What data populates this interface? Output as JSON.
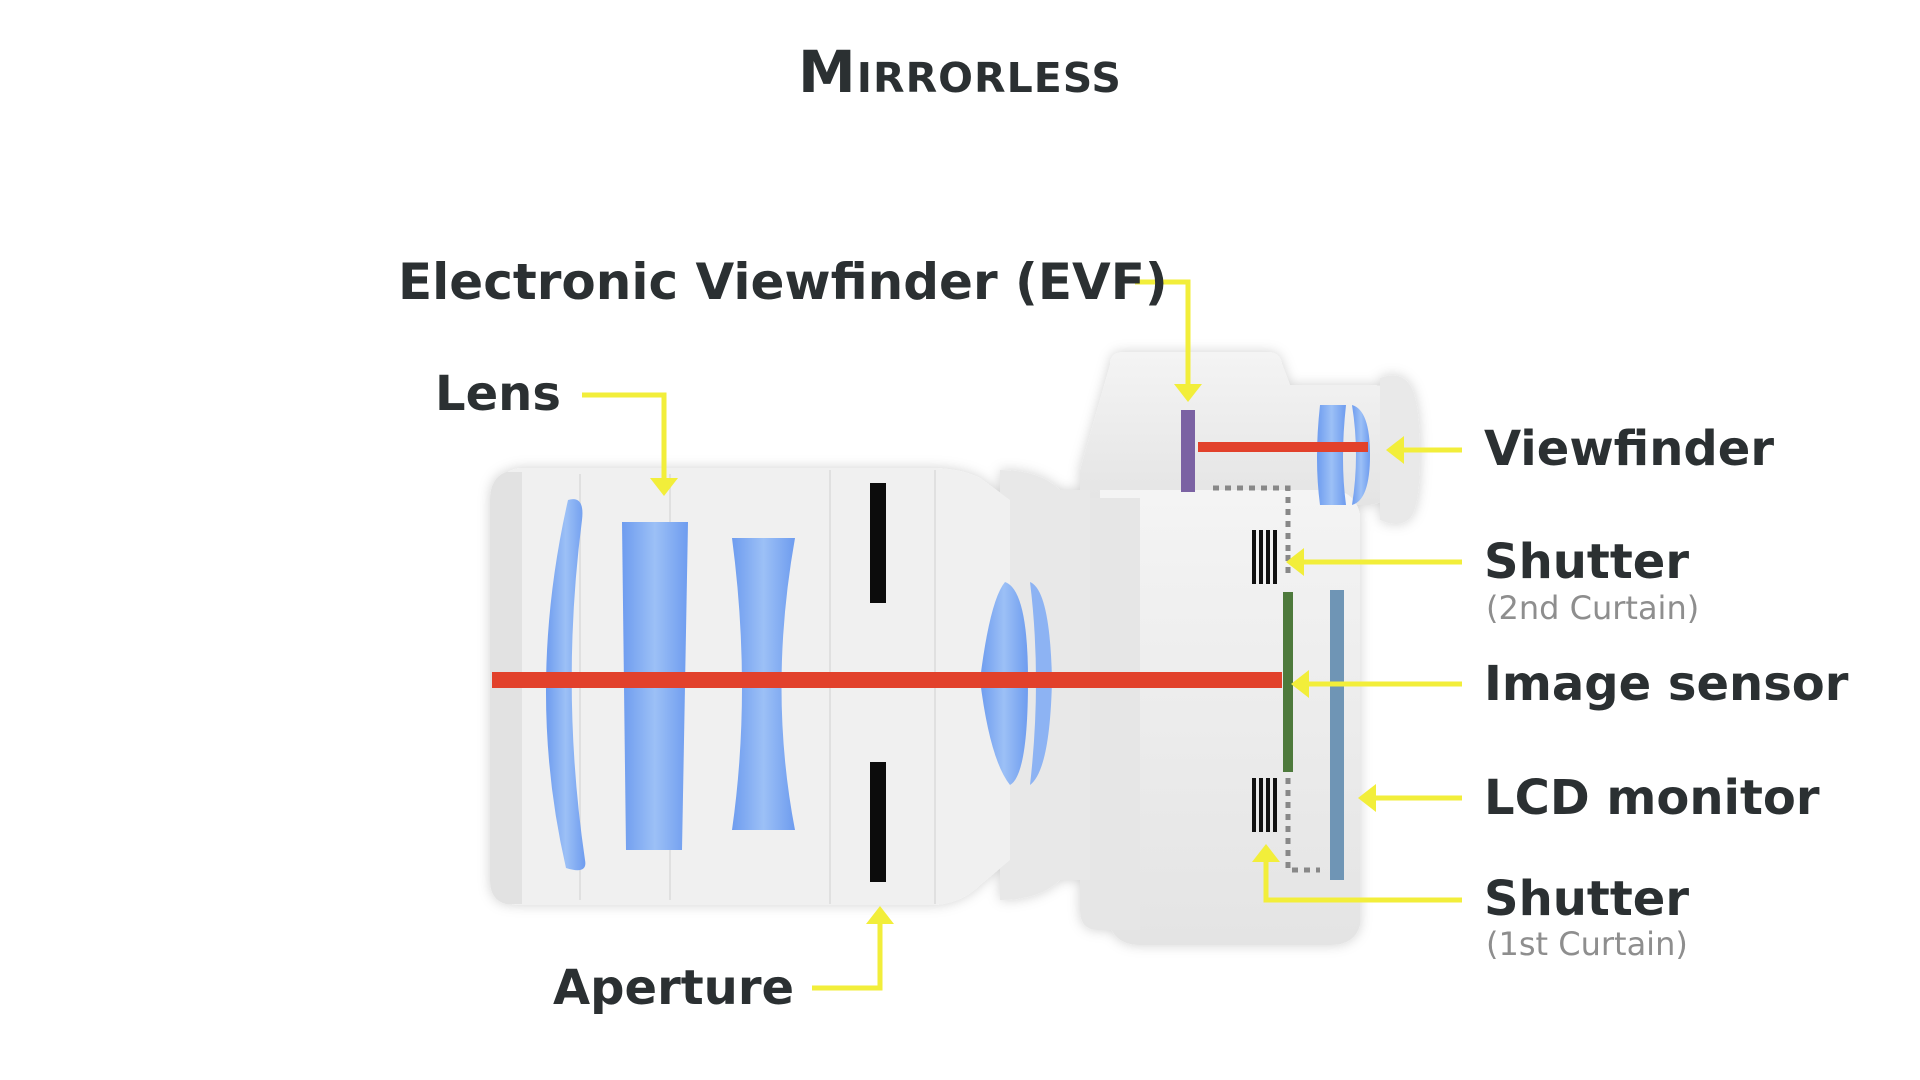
{
  "title": "Mirrorless",
  "labels": {
    "evf": "Electronic Viewfinder (EVF)",
    "lens": "Lens",
    "viewfinder": "Viewfinder",
    "shutter_2nd": "Shutter",
    "shutter_2nd_sub": "(2nd Curtain)",
    "image_sensor": "Image sensor",
    "lcd_monitor": "LCD monitor",
    "shutter_1st": "Shutter",
    "shutter_1st_sub": "(1st Curtain)",
    "aperture": "Aperture"
  },
  "colors": {
    "light_path": "#e2412b",
    "pointer": "#f2ee3a",
    "lens_element": "#7ba7f0",
    "sensor": "#4e7a3c",
    "lcd": "#6f95b5",
    "evf_display": "#7b62a3",
    "body": "#ececec",
    "text": "#2b3032"
  }
}
